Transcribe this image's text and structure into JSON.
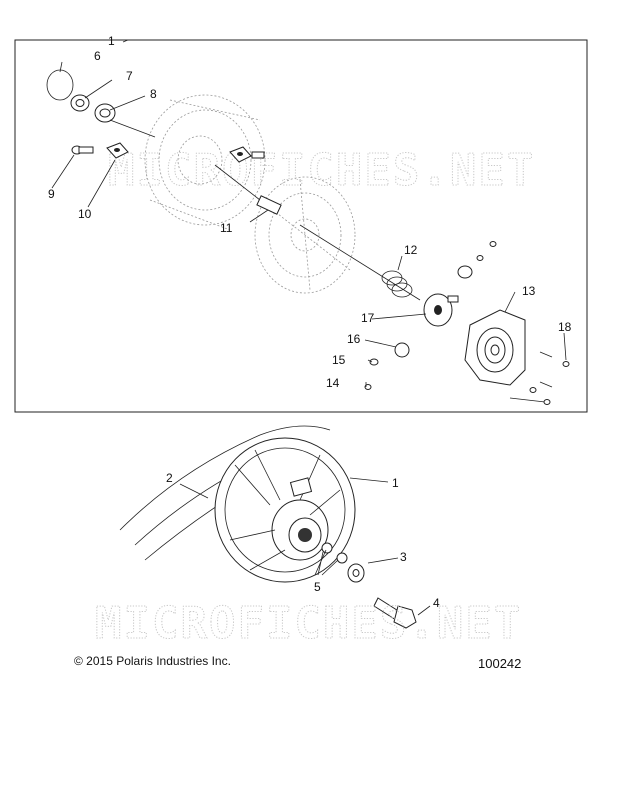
{
  "diagram": {
    "callouts_top": [
      "1",
      "6",
      "7",
      "8",
      "9",
      "10",
      "11",
      "12",
      "13",
      "14",
      "15",
      "16",
      "17",
      "18"
    ],
    "callouts_bottom": [
      "1",
      "2",
      "3",
      "4",
      "5"
    ],
    "watermark": "MICROFICHES.NET"
  },
  "footer": {
    "copyright": "© 2015 Polaris Industries Inc.",
    "figure_number": "100242"
  }
}
